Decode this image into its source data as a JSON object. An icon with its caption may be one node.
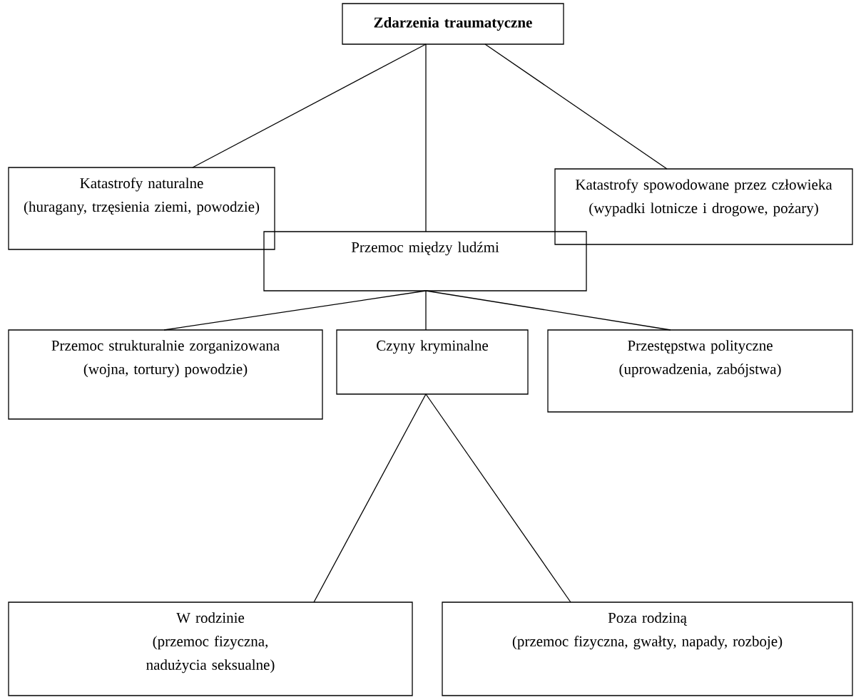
{
  "diagram": {
    "nodes": [
      {
        "text": [
          "Zdarzenia traumatyczne"
        ]
      },
      {
        "text": [
          "Katastrofy naturalne",
          "(huragany, trzęsienia ziemi, powodzie)"
        ]
      },
      {
        "text": [
          "Katastrofy spowodowane przez człowieka (wypadki lotnicze i drogowe, pożary)"
        ]
      },
      {
        "text": [
          "Przemoc między ludźmi"
        ]
      },
      {
        "text": [
          "Przemoc strukturalnie zorganizowana",
          "(wojna, tortury) powodzie)"
        ]
      },
      {
        "text": [
          "Czyny kryminalne"
        ]
      },
      {
        "text": [
          "Przestępstwa polityczne",
          "(uprowadzenia, zabójstwa)"
        ]
      },
      {
        "text": [
          "W rodzinie",
          "(przemoc fizyczna, nadużycia seksualne)"
        ]
      },
      {
        "text": [
          "Poza rodziną",
          "(przemoc fizyczna, gwałty, napady, rozboje)"
        ]
      }
    ],
    "edges": [
      {
        "from": 0,
        "to": 1,
        "arrow": "none"
      },
      {
        "from": 0,
        "to": 3,
        "arrow": "none"
      },
      {
        "from": 0,
        "to": 2,
        "arrow": "none"
      },
      {
        "from": 3,
        "to": 4,
        "arrow": "none"
      },
      {
        "from": 3,
        "to": 5,
        "arrow": "none"
      },
      {
        "from": 3,
        "to": 6,
        "arrow": "none"
      },
      {
        "from": 5,
        "to": 7,
        "arrow": "none"
      },
      {
        "from": 5,
        "to": 8,
        "arrow": "none"
      }
    ]
  }
}
